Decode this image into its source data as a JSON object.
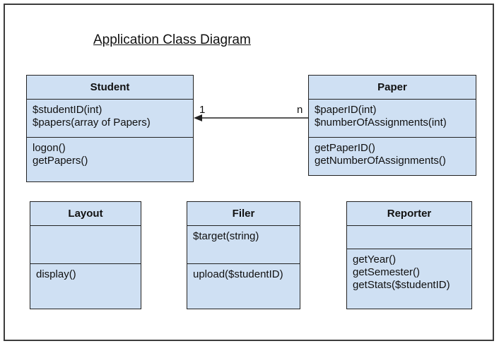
{
  "diagram": {
    "title": "Application Class Diagram",
    "classes": {
      "student": {
        "name": "Student",
        "attributes": [
          "$studentID(int)",
          "$papers(array of Papers)"
        ],
        "methods": [
          "logon()",
          "getPapers()"
        ]
      },
      "paper": {
        "name": "Paper",
        "attributes": [
          "$paperID(int)",
          "$numberOfAssignments(int)"
        ],
        "methods": [
          "getPaperID()",
          "getNumberOfAssignments()"
        ]
      },
      "layout": {
        "name": "Layout",
        "attributes": [],
        "methods": [
          "display()"
        ]
      },
      "filer": {
        "name": "Filer",
        "attributes": [
          "$target(string)"
        ],
        "methods": [
          "upload($studentID)"
        ]
      },
      "reporter": {
        "name": "Reporter",
        "attributes": [],
        "methods": [
          "getYear()",
          "getSemester()",
          "getStats($studentID)"
        ]
      }
    },
    "association": {
      "from": "Paper",
      "to": "Student",
      "to_multiplicity": "1",
      "from_multiplicity": "n"
    }
  }
}
